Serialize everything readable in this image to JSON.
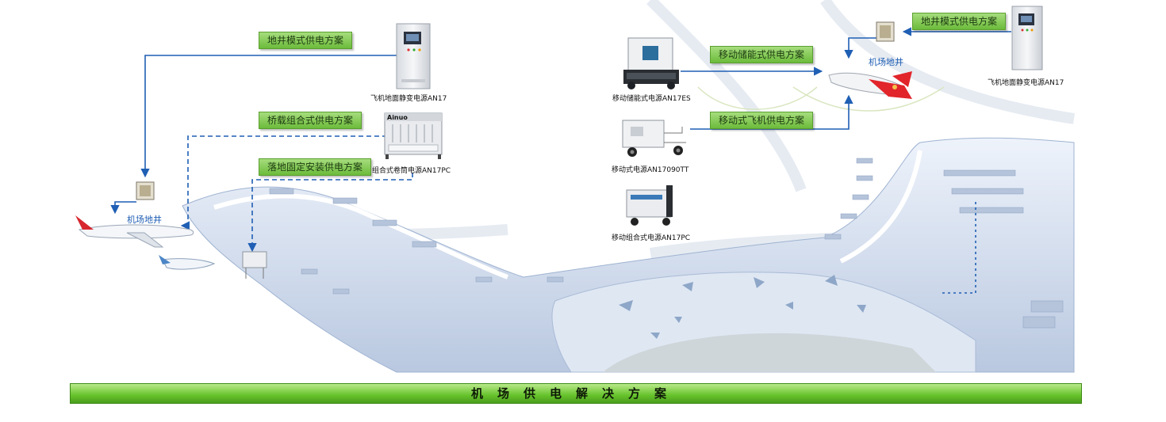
{
  "labels": {
    "shaft_left": "地井模式供电方案",
    "bridge": "桥载组合式供电方案",
    "floor": "落地固定安装供电方案",
    "mobile_storage": "移动储能式供电方案",
    "mobile_aircraft": "移动式飞机供电方案",
    "shaft_right": "地井模式供电方案"
  },
  "captions": {
    "an17_left": "飞机地面静变电源AN17",
    "an17pc_drum": "组合式卷筒电源AN17PC",
    "an17es": "移动储能式电源AN17ES",
    "an17090tt": "移动式电源AN17090TT",
    "an17pc_mobile": "移动组合式电源AN17PC",
    "an17_right": "飞机地面静变电源AN17"
  },
  "pits": {
    "left": "机场地井",
    "right": "机场地井"
  },
  "device_brand": "Ainuo",
  "footer": "机场供电解决方案",
  "colors": {
    "arrow": "#1f5fb4",
    "tag_green": "#7cc24a",
    "terminal": "#c9d8ec"
  }
}
